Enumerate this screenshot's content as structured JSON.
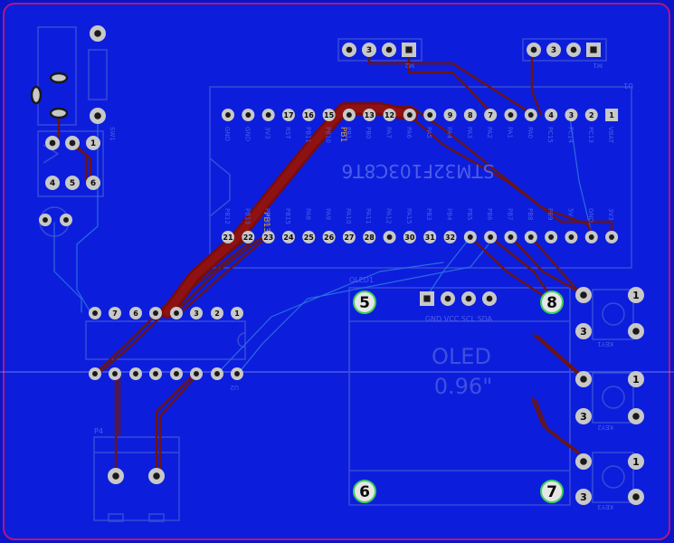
{
  "board": {
    "mcu_label": "STM32F103C8T6",
    "mcu_ref": "U1",
    "oled_ref": "OLED1",
    "oled_label_1": "OLED",
    "oled_label_2": "0.96\"",
    "oled_pins": "GND VCC SCL SDA",
    "oled_mount_holes": [
      "5",
      "8",
      "6",
      "7"
    ],
    "switch_ref": "SW1",
    "switch_pins": [
      "1",
      "4",
      "5",
      "6"
    ],
    "u2_ref": "U2",
    "u2_top_pins": [
      "7",
      "6",
      "3",
      "2",
      "1"
    ],
    "header_m2_ref": "M2",
    "header_m2_pin": "3",
    "header_m1_ref": "M1",
    "header_m1_pin": "3",
    "p4_ref": "P4",
    "mcu_top_pins": [
      "17",
      "16",
      "15",
      "13",
      "12",
      "9",
      "8",
      "7",
      "4",
      "3",
      "2",
      "1"
    ],
    "mcu_top_silk": [
      "GND",
      "GND",
      "3V3",
      "RST",
      "PB11",
      "PB10",
      "PB1",
      "PB0",
      "PA7",
      "PA6",
      "PA5",
      "PA4",
      "PA3",
      "PA2",
      "PA1",
      "PA0",
      "PC15",
      "PC14",
      "PC13",
      "VBAT"
    ],
    "mcu_bottom_pins": [
      "21",
      "22",
      "23",
      "24",
      "25",
      "26",
      "27",
      "28",
      "30",
      "31",
      "32"
    ],
    "mcu_bottom_silk": [
      "PB12",
      "PB13",
      "PB14",
      "PB15",
      "PA8",
      "PA9",
      "PA10",
      "PA11",
      "PA12",
      "PA15",
      "PB3",
      "PB4",
      "PB5",
      "PB6",
      "PB7",
      "PB8",
      "PB9",
      "5V",
      "GND",
      "3V3"
    ],
    "trace_label_pb1": "PB1",
    "trace_label_pb13": "PB13",
    "keys": [
      {
        "ref": "KEY1",
        "pins": [
          "1",
          "3"
        ]
      },
      {
        "ref": "KEY2",
        "pins": [
          "1",
          "3"
        ]
      },
      {
        "ref": "KEY3",
        "pins": [
          "1",
          "3"
        ]
      }
    ]
  },
  "colors": {
    "copper": "#0c1edc",
    "silkscreen": "#3a49d6",
    "top_trace": "#6b1414",
    "pad": "#c8c8c8",
    "outline": "#b0177a"
  }
}
